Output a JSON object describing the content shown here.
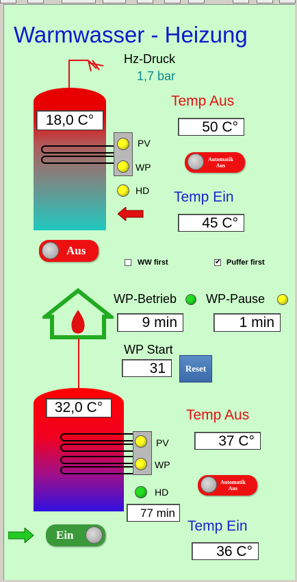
{
  "title": "Warmwasser - Heizung",
  "pressure": {
    "label": "Hz-Druck",
    "value": "1,7 bar"
  },
  "boiler_top": {
    "temp": "18,0 C°",
    "coil_labels": {
      "pv": "PV",
      "wp": "WP",
      "hd": "HD"
    },
    "temp_out_label": "Temp  Aus",
    "temp_out_value": "50 C°",
    "auto_toggle_label": "Automatik\nAus",
    "temp_in_label": "Temp  Ein",
    "temp_in_value": "45 C°",
    "main_toggle_label": "Aus"
  },
  "options": {
    "ww_first": {
      "label": "WW first",
      "checked": false
    },
    "puffer_first": {
      "label": "Puffer first",
      "checked": true,
      "mark": "✔"
    }
  },
  "heatpump": {
    "run_label": "WP-Betrieb",
    "run_value": "9 min",
    "pause_label": "WP-Pause",
    "pause_value": "1 min",
    "start_label": "WP Start",
    "start_value": "31",
    "reset_label": "Reset"
  },
  "boiler_bottom": {
    "temp": "32,0 C°",
    "coil_labels": {
      "pv": "PV",
      "wp": "WP",
      "hd": "HD"
    },
    "hd_value": "77 min",
    "temp_out_label": "Temp  Aus",
    "temp_out_value": "37 C°",
    "auto_toggle_label": "Automatik\nAus",
    "temp_in_label": "Temp  Ein",
    "temp_in_value": "36 C°",
    "main_toggle_label": "Ein"
  },
  "colors": {
    "panel_bg": "#ccfccc",
    "title_blue": "#0a1acc",
    "red": "#e01010",
    "teal_text": "#0f8a8a",
    "lamp_yellow": "#ffff20",
    "lamp_green": "#22dd22",
    "toggle_red": "#ee1010",
    "toggle_green": "#3a9a3a"
  }
}
